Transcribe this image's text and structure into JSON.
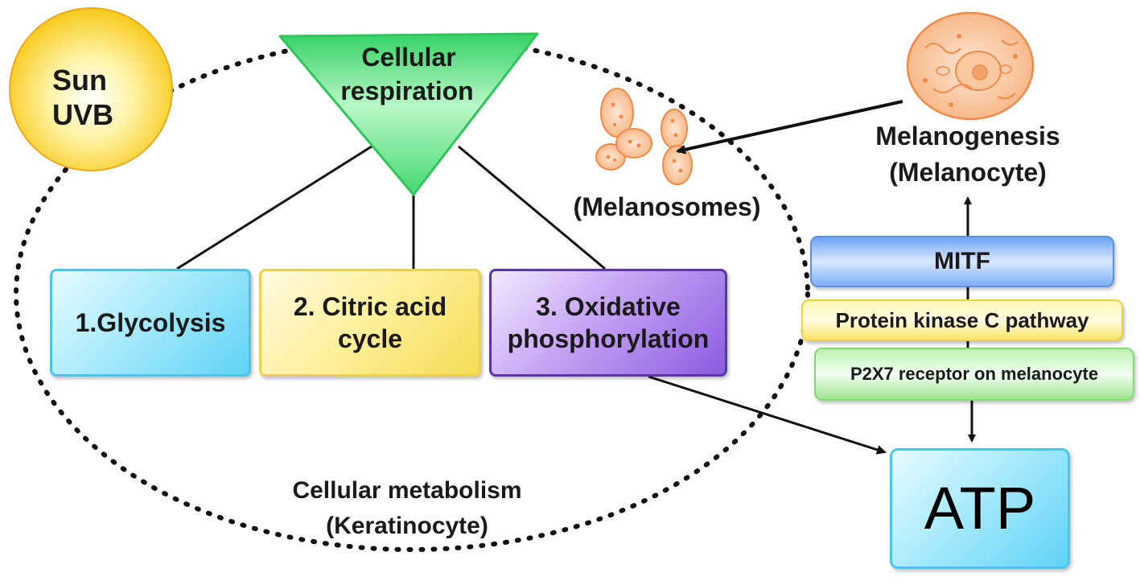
{
  "sun": {
    "line1": "Sun",
    "line2": "UVB"
  },
  "respiration": {
    "line1": "Cellular",
    "line2": "respiration"
  },
  "steps": {
    "glycolysis": "1.Glycolysis",
    "citric_line1": "2. Citric acid",
    "citric_line2": "cycle",
    "oxphos_line1": "3. Oxidative",
    "oxphos_line2": "phosphorylation"
  },
  "metabolism": {
    "line1": "Cellular metabolism",
    "line2": "(Keratinocyte)"
  },
  "melanosomes": "(Melanosomes)",
  "melanogenesis": {
    "line1": "Melanogenesis",
    "line2": "(Melanocyte)"
  },
  "pathway": {
    "mitf": "MITF",
    "pkc": "Protein kinase C pathway",
    "p2x7": "P2X7 receptor on melanocyte"
  },
  "atp": "ATP",
  "colors": {
    "sun": "#f7d21e",
    "triangle": "#3ddc6a",
    "glycolysis": "#5fd3f5",
    "citric": "#f5dc55",
    "oxphos": "#8b5ce0",
    "mitf": "#6ea3f5",
    "pkc": "#f7e46a",
    "p2x7": "#9fe391",
    "atp": "#5fd3f5",
    "melanocyte": "#f4a46a"
  }
}
